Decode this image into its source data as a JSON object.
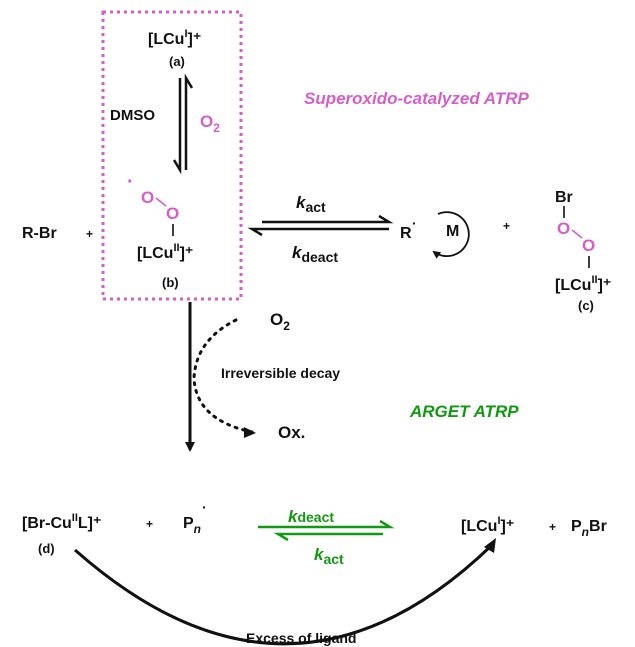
{
  "colors": {
    "text": "#111111",
    "pink": "#d45fc6",
    "green": "#119a11"
  },
  "species": {
    "a_base": "[LCu",
    "a_ox": "I",
    "a_charge": "]⁺",
    "a_label": "(a)",
    "b_base": "[LCu",
    "b_ox": "II",
    "b_charge": "]⁺",
    "b_label": "(b)",
    "c_base": "[LCu",
    "c_ox": "II",
    "c_charge": "]⁺",
    "c_label": "(c)",
    "d_base": "[Br-Cu",
    "d_ox": "II",
    "d_charge": "L]⁺",
    "d_label": "(d)",
    "rbr": "R-Br",
    "radical_r": "R",
    "monomer": "M",
    "pn_base": "P",
    "pn_sub": "n",
    "pnbr_base": "P",
    "pnbr_sub": "n",
    "pnbr_tail": "Br",
    "lcu1_base": "[LCu",
    "lcu1_ox": "I",
    "lcu1_charge": "]⁺",
    "br_atom": "Br",
    "o_atom": "O"
  },
  "labels": {
    "dmso": "DMSO",
    "o2_pink_base": "O",
    "o2_pink_sub": "2",
    "superoxido_title": "Superoxido-catalyzed ATRP",
    "arget_title": "ARGET ATRP",
    "o2_black_base": "O",
    "o2_black_sub": "2",
    "irreversible": "Irreversible decay",
    "ox": "Ox.",
    "excess": "Excess of ligand",
    "plus": "+",
    "dot": "·"
  },
  "rate_constants": {
    "k": "k",
    "act": "act",
    "deact": "deact",
    "green_top_k": "k",
    "green_top_sub": "deact",
    "green_bottom_k": "k",
    "green_bottom_sub": "act"
  }
}
